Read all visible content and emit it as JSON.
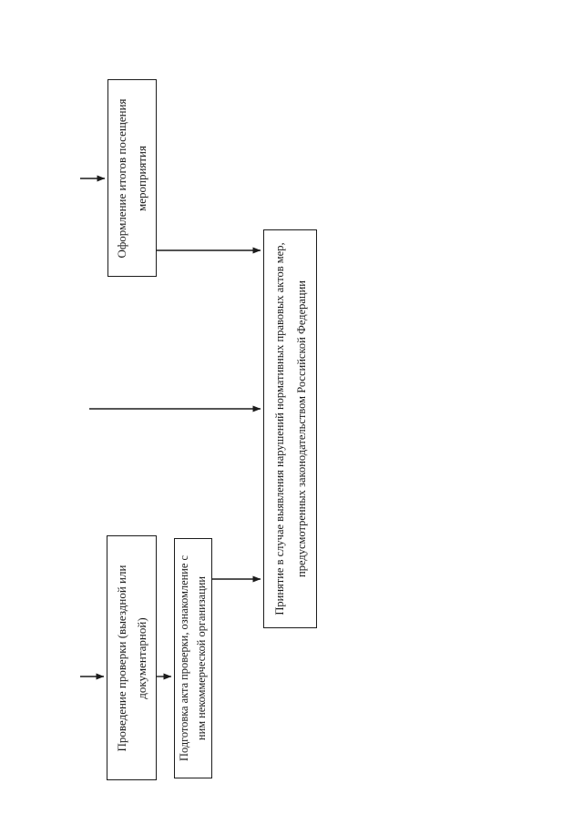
{
  "flowchart": {
    "boxes": [
      {
        "id": "event-results",
        "label": "Оформление итогов посещения\nмероприятия"
      },
      {
        "id": "inspection",
        "label": "Проведение проверки (выездной или\nдокументарной)"
      },
      {
        "id": "inspection-act",
        "label": "Подготовка акта проверки, ознакомление с\nним некоммерческой организации"
      },
      {
        "id": "measures",
        "label": "Принятие в случае выявления нарушений нормативных правовых актов мер,\nпредусмотренных законодательством Российской Федерации"
      }
    ],
    "colors": {
      "ink": "#1c1c1c",
      "paper": "#ffffff"
    }
  }
}
